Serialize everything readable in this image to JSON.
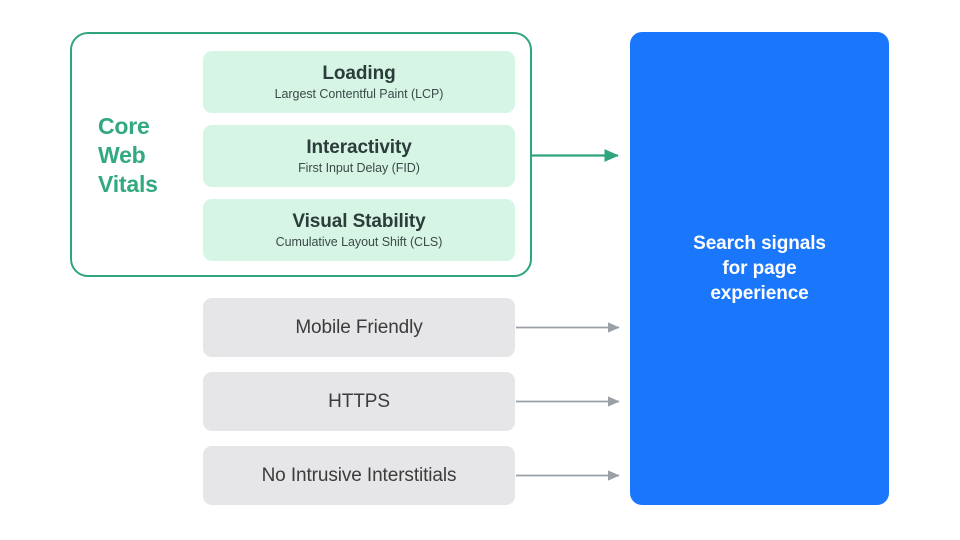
{
  "diagram": {
    "background_color": "#FFFFFF",
    "group": {
      "label": "Core\nWeb\nVitals",
      "border_color": "#2FA57C"
    },
    "core_web_vitals": [
      {
        "title": "Loading",
        "subtitle": "Largest Contentful Paint (LCP)",
        "fill_color": "#D6F5E4"
      },
      {
        "title": "Interactivity",
        "subtitle": "First Input Delay (FID)",
        "fill_color": "#D6F5E4"
      },
      {
        "title": "Visual Stability",
        "subtitle": "Cumulative Layout Shift (CLS)",
        "fill_color": "#D6F5E4"
      }
    ],
    "other_signals": [
      {
        "label": "Mobile Friendly",
        "fill_color": "#E6E5E7"
      },
      {
        "label": "HTTPS",
        "fill_color": "#E6E5E7"
      },
      {
        "label": "No Intrusive Interstitials",
        "fill_color": "#E6E5E7"
      }
    ],
    "destination": {
      "title": "Search signals\nfor page\nexperience",
      "fill_color": "#1A77FC",
      "text_color": "#FFFFFF"
    },
    "connectors": [
      {
        "name": "core-web-vitals-to-destination",
        "color": "#2FA57C"
      },
      {
        "name": "mobile-friendly-to-destination",
        "color": "#9AA0A6"
      },
      {
        "name": "https-to-destination",
        "color": "#9AA0A6"
      },
      {
        "name": "no-intrusive-interstitials-to-destination",
        "color": "#9AA0A6"
      }
    ]
  }
}
